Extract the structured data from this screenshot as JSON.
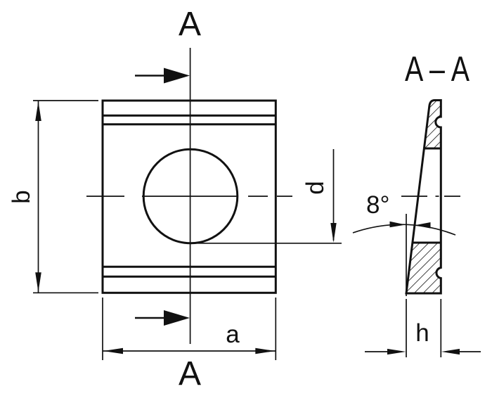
{
  "drawing": {
    "kind": "technical-drawing",
    "part": "square taper washer, front view and section",
    "colors": {
      "line": "#111111",
      "background": "#ffffff"
    }
  },
  "front_view": {
    "section_mark_top": "A",
    "section_mark_bottom": "A",
    "dim_height_label": "b",
    "dim_width_label": "a",
    "dim_hole_label": "d"
  },
  "section_view": {
    "title": "A – A",
    "angle_label": "8°",
    "dim_thickness_label": "h"
  }
}
